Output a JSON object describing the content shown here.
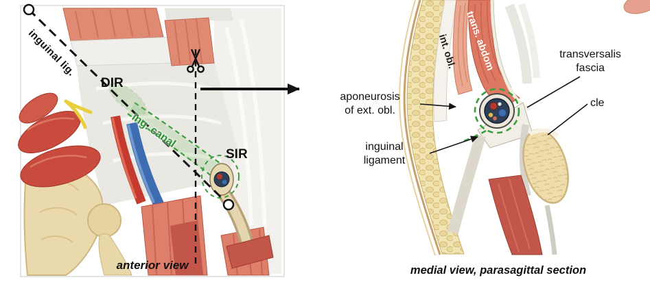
{
  "figure": {
    "left_panel": {
      "caption": "anterior view",
      "labels": {
        "inguinal_lig": "inguinal lig.",
        "dir": "DIR",
        "ing_canal": "ing. canal",
        "sir": "SIR"
      }
    },
    "right_panel": {
      "caption": "medial view, parasagittal section",
      "labels": {
        "trans_abdom": "trans. abdom",
        "int_obl": "int. obl.",
        "transversalis_fascia": "transversalis\nfascia",
        "muscle_partial": "cle",
        "aponeurosis_ext_obl": "aponeurosis\nof ext. obl.",
        "inguinal_ligament": "inguinal\nligament"
      }
    },
    "icons": {
      "scissors": "✂"
    },
    "colors": {
      "canal_green": "#3a9e3f",
      "muscle_salmon": "#dd7863",
      "muscle_red": "#c2564a",
      "bone_cream": "#eedcab",
      "fat_yellow": "#f2e4b0",
      "artery_red": "#c43a2e",
      "vein_blue": "#3d6cb0",
      "nerve_yellow": "#e8cf3e",
      "label_black": "#111111"
    }
  }
}
